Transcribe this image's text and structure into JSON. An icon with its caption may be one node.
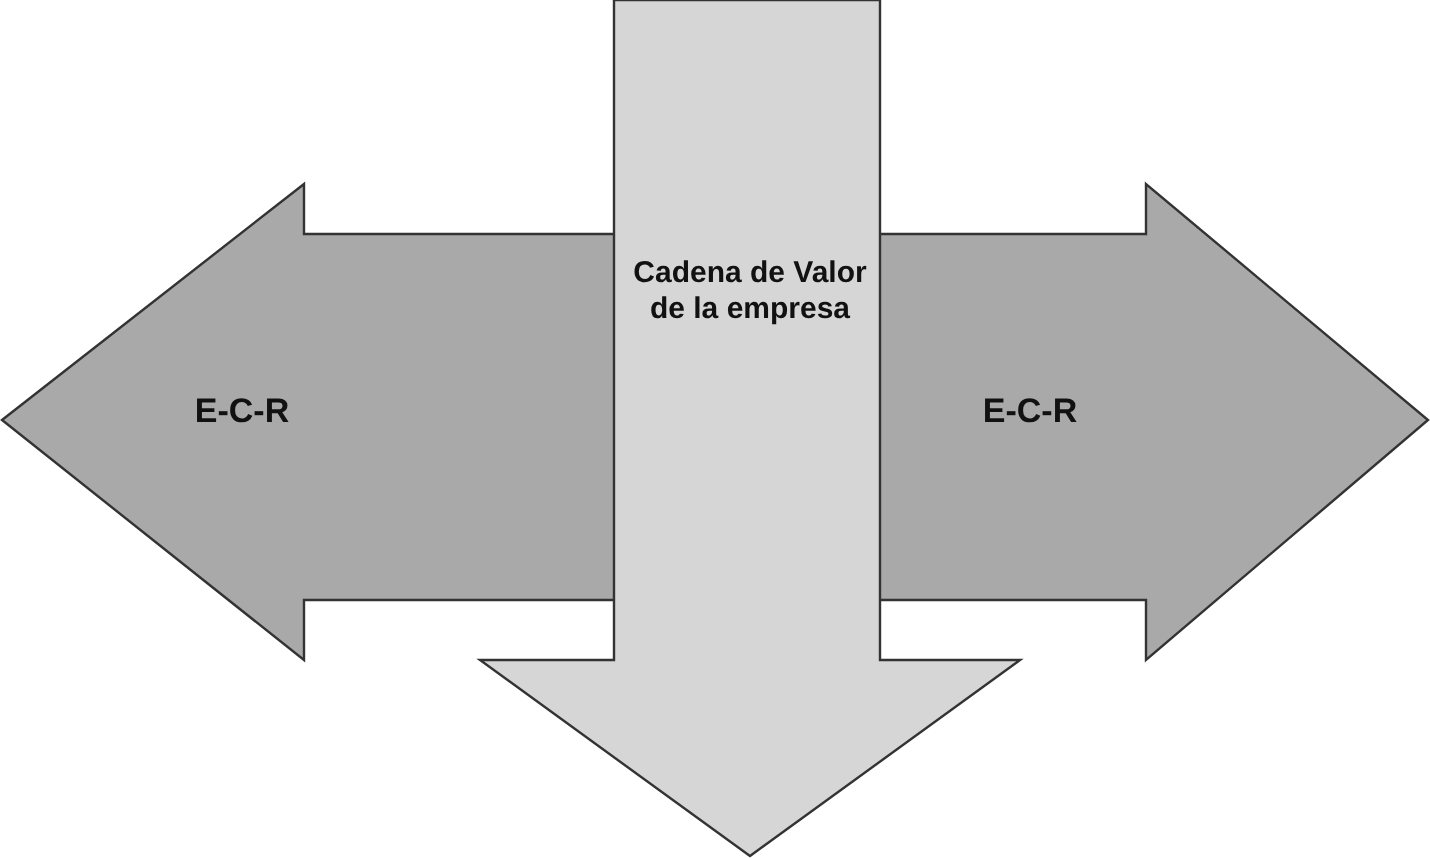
{
  "diagram": {
    "nodes": [
      {
        "text": [
          "E-C-R"
        ]
      },
      {
        "text": [
          "Cadena de Valor de la empresa"
        ]
      },
      {
        "text": [
          "E-C-R"
        ]
      }
    ]
  }
}
